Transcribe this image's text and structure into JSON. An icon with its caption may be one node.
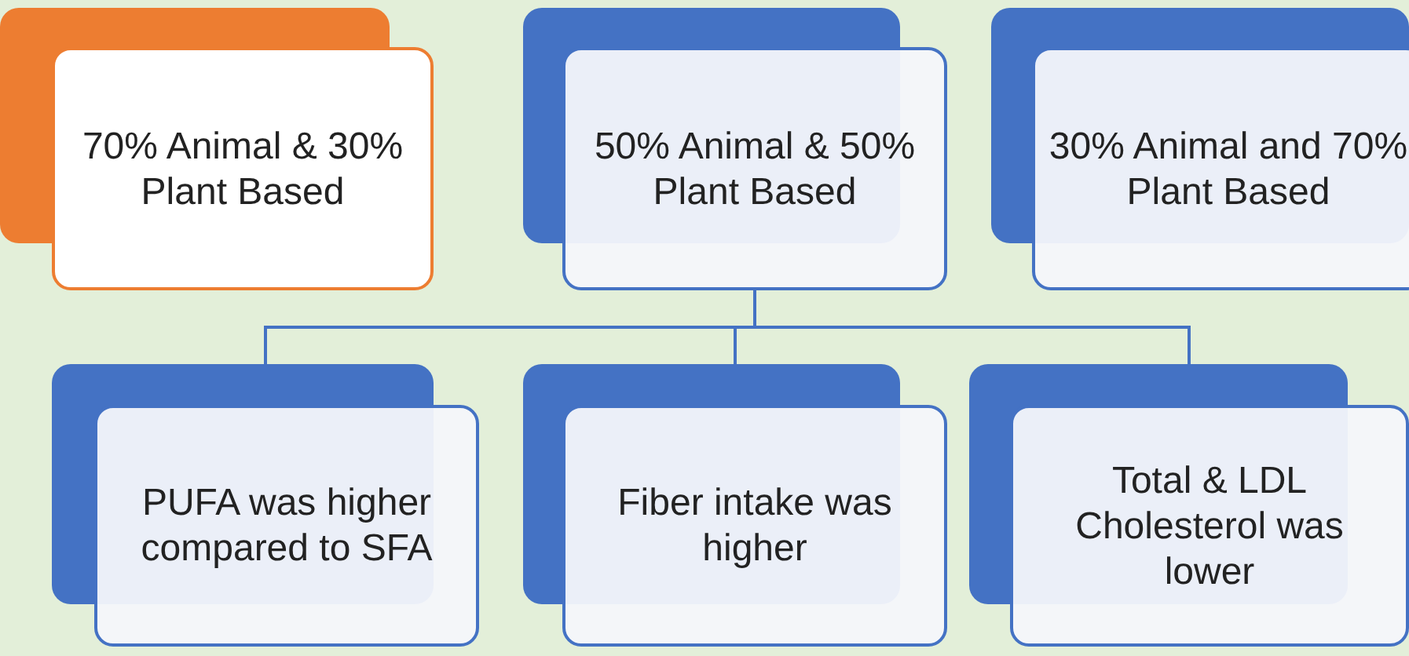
{
  "diagram": {
    "nodes": [
      {
        "text": [
          "70% Animal & 30% Plant Based"
        ]
      },
      {
        "text": [
          "50% Animal & 50% Plant Based"
        ]
      },
      {
        "text": [
          "30% Animal and 70% Plant Based"
        ]
      },
      {
        "text": [
          "PUFA was higher compared to SFA"
        ]
      },
      {
        "text": [
          "Fiber intake was higher"
        ]
      },
      {
        "text": [
          "Total & LDL Cholesterol was lower"
        ]
      }
    ],
    "edges": [
      {
        "from": 1,
        "to": 3,
        "arrow": "none"
      },
      {
        "from": 1,
        "to": 4,
        "arrow": "none"
      },
      {
        "from": 1,
        "to": 5,
        "arrow": "none"
      }
    ]
  }
}
